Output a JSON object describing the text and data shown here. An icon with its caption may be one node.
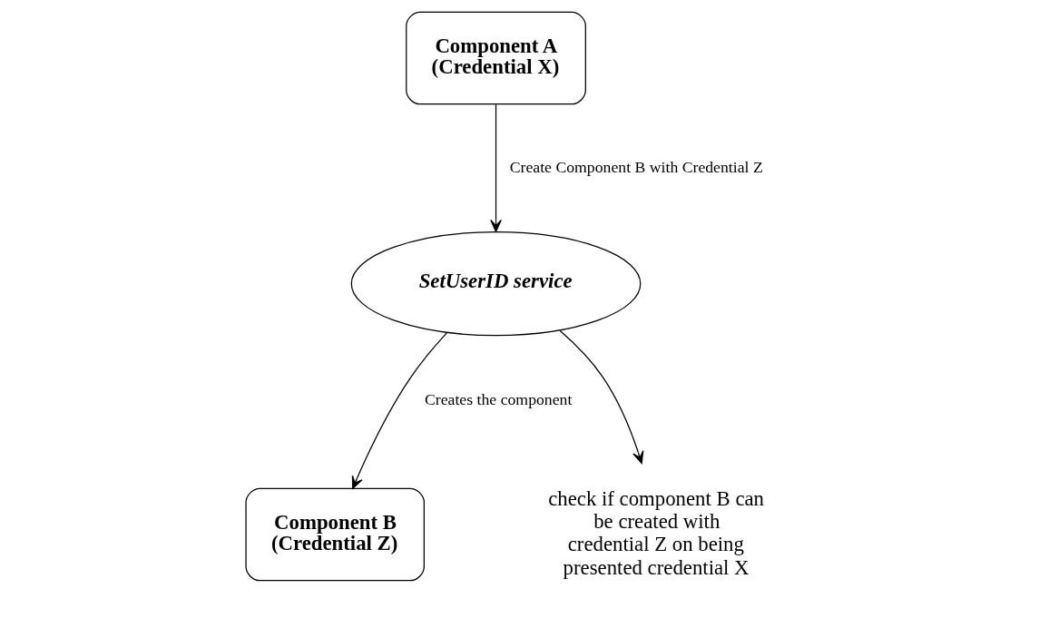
{
  "diagram": {
    "nodes": [
      {
        "text": [
          "Component A",
          "(Credential X)"
        ]
      },
      {
        "text": [
          "SetUserID service"
        ]
      },
      {
        "text": [
          "Component B",
          "(Credential Z)"
        ]
      },
      {
        "text": [
          "check if component B can be created with credential Z on being presented credential X"
        ]
      }
    ],
    "edges": [
      {
        "from": 0,
        "to": 1,
        "arrow": "to",
        "label": "Create Component B with Credential Z"
      },
      {
        "from": 1,
        "to": 2,
        "arrow": "to",
        "label": "Creates the component"
      },
      {
        "from": 1,
        "to": 3,
        "arrow": "to"
      }
    ]
  }
}
